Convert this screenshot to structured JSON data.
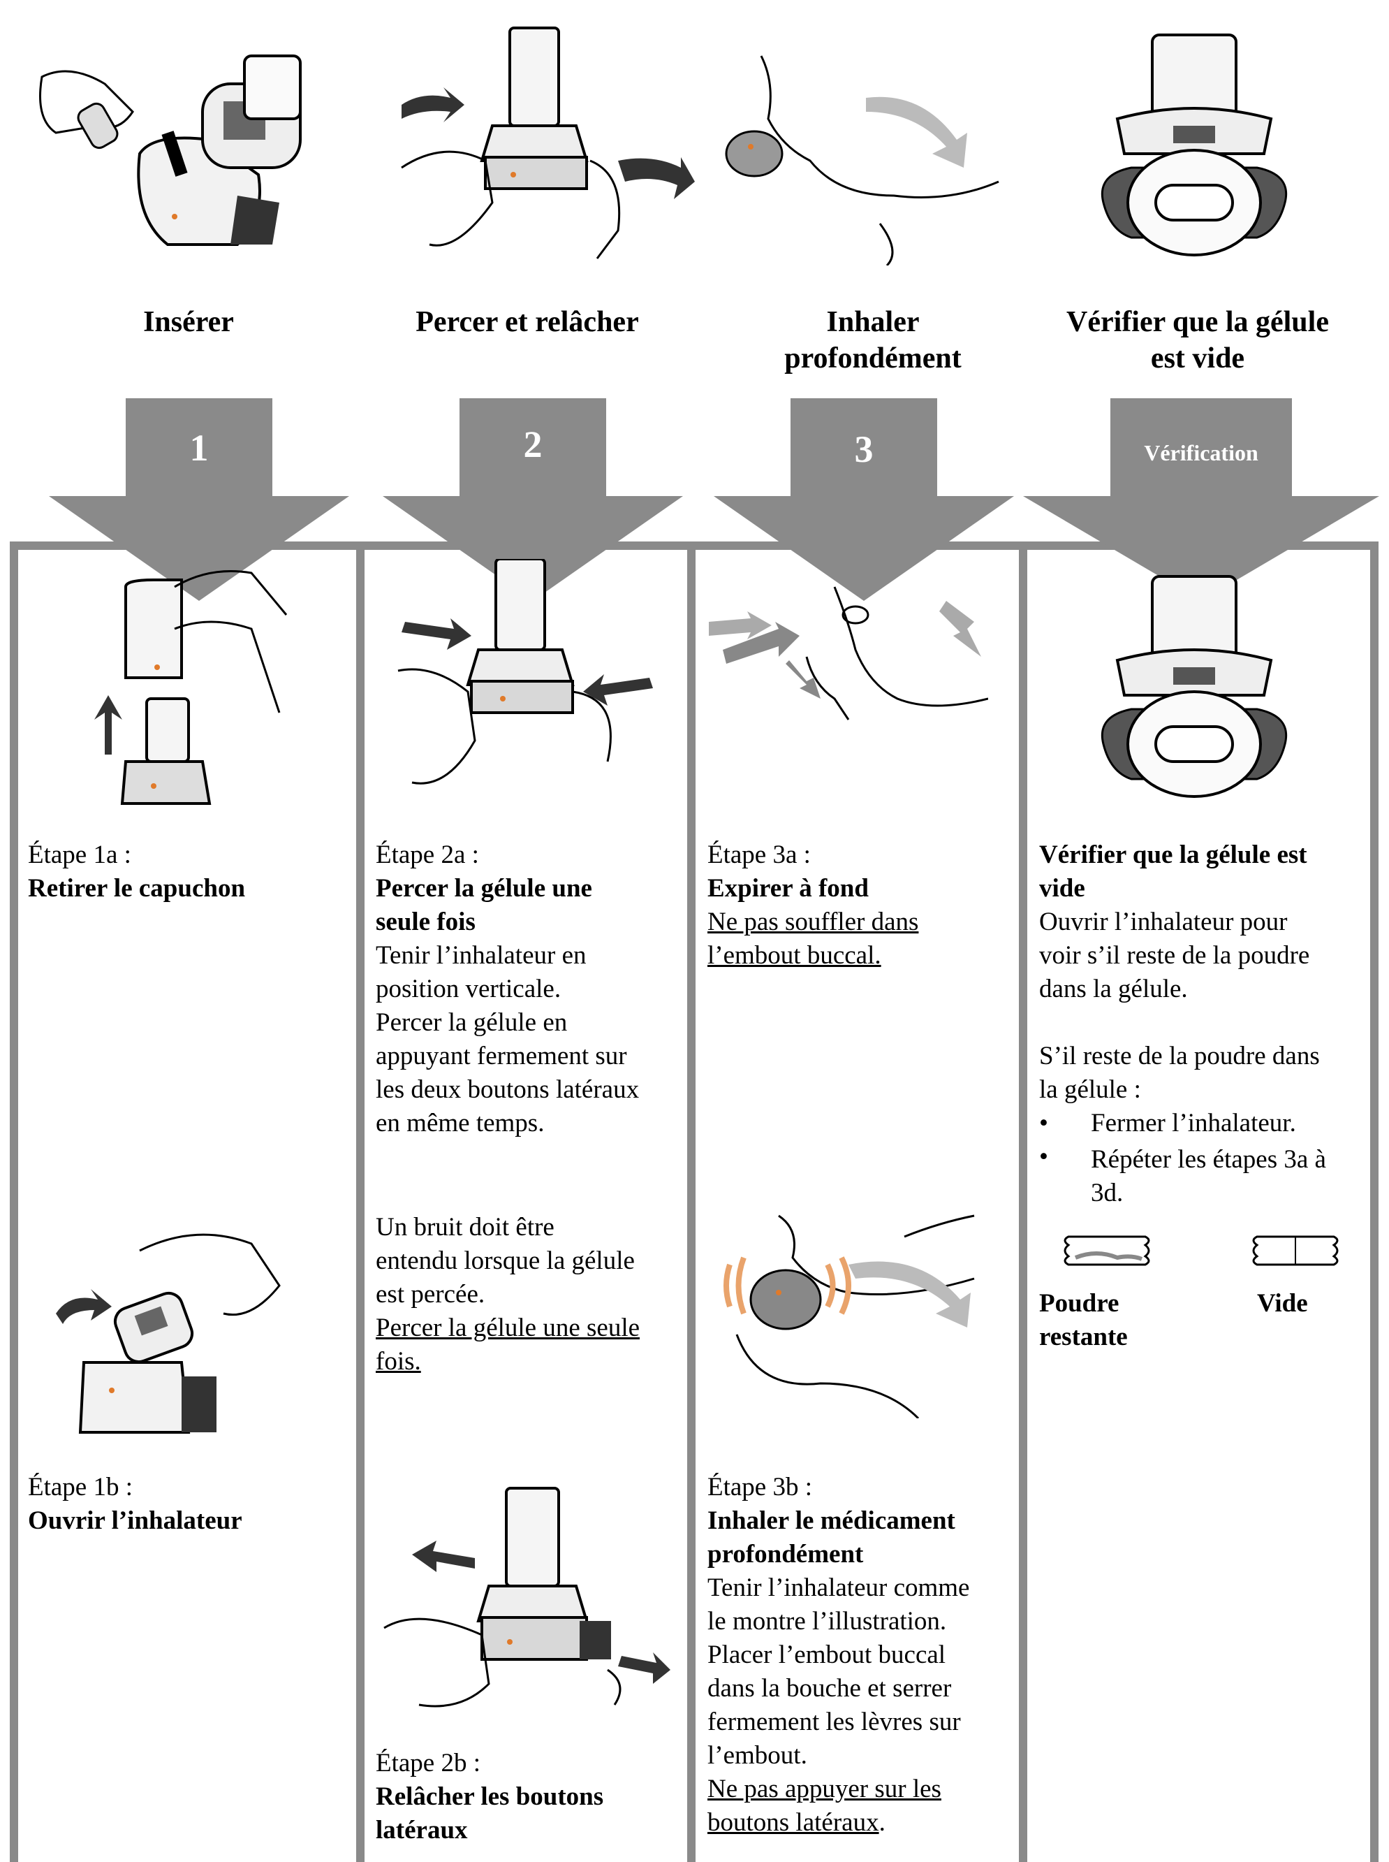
{
  "top_steps": [
    {
      "label": "Insérer"
    },
    {
      "label": "Percer et relâcher"
    },
    {
      "label": "Inhaler profondément",
      "line1": "Inhaler",
      "line2": "profondément"
    },
    {
      "label": "Vérifier que la gélule est vide",
      "line1": "Vérifier que la gélule",
      "line2": "est vide"
    }
  ],
  "arrows": [
    "1",
    "2",
    "3",
    "Vérification"
  ],
  "col1": {
    "s1a_num": "Étape 1a :",
    "s1a_title": "Retirer le capuchon",
    "s1b_num": "Étape 1b :",
    "s1b_title": "Ouvrir l’inhalateur"
  },
  "col2": {
    "s2a_num": "Étape 2a :",
    "s2a_title_1": "Percer la gélule une",
    "s2a_title_2": "seule fois",
    "s2a_body": [
      "Tenir l’inhalateur en",
      "position verticale.",
      "Percer la gélule en",
      "appuyant fermement sur",
      "les deux boutons latéraux",
      "en même temps."
    ],
    "s2a_note": [
      "Un bruit doit être",
      "entendu lorsque la gélule",
      "est percée."
    ],
    "s2a_underline": [
      "Percer la gélule une seule",
      "fois."
    ],
    "s2b_num": "Étape 2b :",
    "s2b_title_1": "Relâcher les boutons",
    "s2b_title_2": "latéraux"
  },
  "col3": {
    "s3a_num": "Étape 3a :",
    "s3a_title": "Expirer à fond",
    "s3a_underline": [
      "Ne pas souffler dans",
      "l’embout buccal."
    ],
    "s3b_num": "Étape 3b :",
    "s3b_title_1": "Inhaler le médicament",
    "s3b_title_2": "profondément",
    "s3b_body": [
      "Tenir l’inhalateur comme",
      "le montre l’illustration.",
      "Placer l’embout buccal",
      "dans la bouche et serrer",
      "fermement les lèvres sur",
      "l’embout."
    ],
    "s3b_underline_1": "Ne pas appuyer sur les",
    "s3b_underline_2": "boutons latéraux",
    "s3b_end": "."
  },
  "col4": {
    "title_1": "Vérifier que la gélule est",
    "title_2": "vide",
    "body": [
      "Ouvrir l’inhalateur pour",
      "voir s’il reste de la poudre",
      "dans la gélule."
    ],
    "cond": [
      "S’il reste de la poudre dans",
      "la gélule :"
    ],
    "bullets": [
      "Fermer l’inhalateur.",
      "Répéter les étapes 3a à 3d."
    ],
    "bullet2_line1": "Répéter les étapes 3a à",
    "bullet2_line2": "3d.",
    "label_powder_1": "Poudre",
    "label_powder_2": "restante",
    "label_empty": "Vide"
  },
  "colors": {
    "frame": "#8a8a8a",
    "arrow": "#8a8a8a",
    "accent": "#e07a2a"
  }
}
